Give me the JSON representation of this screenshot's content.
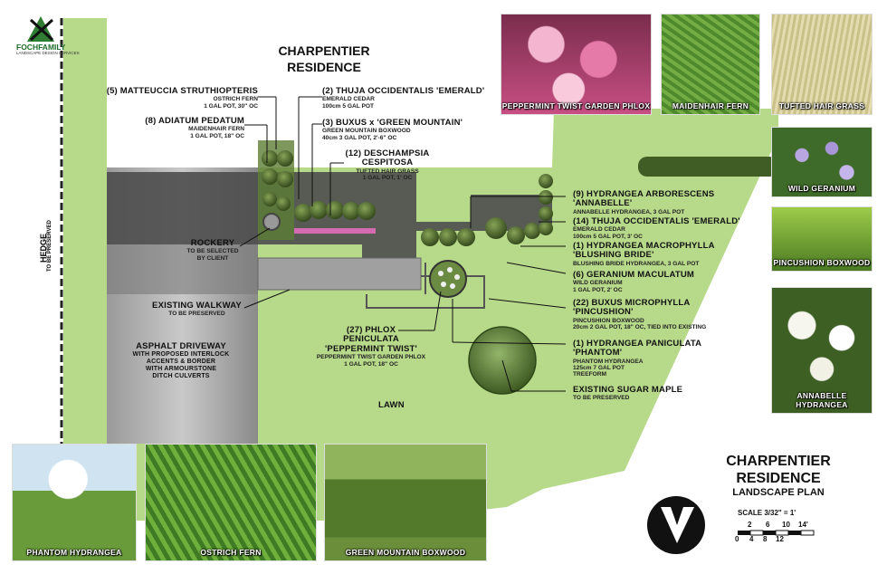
{
  "brand": {
    "name": "FOCHFAMILY",
    "tagline": "LANDSCAPE DESIGN SERVICES"
  },
  "plan_title": {
    "line1": "CHARPENTIER",
    "line2": "RESIDENCE"
  },
  "title_block": {
    "line1": "CHARPENTIER",
    "line2": "RESIDENCE",
    "line3": "LANDSCAPE PLAN",
    "scale": "SCALE 3/32\" = 1'",
    "scale_top": [
      "2",
      "6",
      "10",
      "14'"
    ],
    "scale_bottom": [
      "0",
      "4",
      "8",
      "12"
    ]
  },
  "hedge": {
    "title": "HEDGE",
    "sub": "TO BE PRESERVED"
  },
  "labels": {
    "matteuccia": {
      "title": "(5) MATTEUCCIA STRUTHIOPTERIS",
      "l1": "OSTRICH FERN",
      "l2": "1 GAL POT, 30\" OC"
    },
    "adiatum": {
      "title": "(8) ADIATUM PEDATUM",
      "l1": "MAIDENHAIR FERN",
      "l2": "1 GAL POT, 18\" OC"
    },
    "rockery": {
      "title": "ROCKERY",
      "l1": "TO BE SELECTED",
      "l2": "BY CLIENT"
    },
    "walkway": {
      "title": "EXISTING WALKWAY",
      "l1": "TO BE PRESERVED"
    },
    "driveway": {
      "l1": "ASPHALT DRIVEWAY",
      "l2": "WITH PROPOSED INTERLOCK",
      "l3": "ACCENTS & BORDER",
      "l4": "WITH ARMOURSTONE",
      "l5": "DITCH CULVERTS"
    },
    "thuja2": {
      "title": "(2) THUJA OCCIDENTALIS 'EMERALD'",
      "l1": "EMERALD CEDAR",
      "l2": "100cm 5 GAL POT"
    },
    "buxus3": {
      "title": "(3) BUXUS x 'GREEN MOUNTAIN'",
      "l1": "GREEN MOUNTAIN BOXWOOD",
      "l2": "40cm 3 GAL POT, 2'-6\" OC"
    },
    "deschampsia": {
      "title1": "(12) DESCHAMPSIA",
      "title2": "CESPITOSA",
      "l1": "TUFTED HAIR GRASS",
      "l2": "1 GAL POT, 1' OC"
    },
    "hydrangea9": {
      "title1": "(9) HYDRANGEA ARBORESCENS",
      "title2": "'ANNABELLE'",
      "l1": "ANNABELLE HYDRANGEA, 3 GAL POT"
    },
    "thuja14": {
      "title": "(14) THUJA OCCIDENTALIS 'EMERALD'",
      "l1": "EMERALD CEDAR",
      "l2": "100cm 5 GAL POT, 3' OC"
    },
    "hydrangea1": {
      "title1": "(1) HYDRANGEA MACROPHYLLA",
      "title2": "'BLUSHING BRIDE'",
      "l1": "BLUSHING BRIDE HYDRANGEA, 3 GAL POT"
    },
    "geranium": {
      "title": "(6) GERANIUM MACULATUM",
      "l1": "WILD GERANIUM",
      "l2": "1 GAL POT, 2' OC"
    },
    "buxus22": {
      "title1": "(22) BUXUS MICROPHYLLA",
      "title2": "'PINCUSHION'",
      "l1": "PINCUSHION BOXWOOD",
      "l2": "20cm 2 GAL POT, 18\" OC, TIED INTO EXISTING"
    },
    "paniculata": {
      "title1": "(1) HYDRANGEA PANICULATA",
      "title2": "'PHANTOM'",
      "l1": "PHANTOM HYDRANGEA",
      "l2": "125cm 7 GAL POT",
      "l3": "TREEFORM"
    },
    "phlox": {
      "title1": "(27) PHLOX",
      "title2": "PENICULATA",
      "title3": "'PEPPERMINT TWIST'",
      "l1": "PEPPERMINT TWIST GARDEN PHLOX",
      "l2": "1 GAL POT, 18\" OC"
    },
    "maple": {
      "title": "EXISTING SUGAR MAPLE",
      "l1": "TO BE PRESERVED"
    },
    "lawn": {
      "title": "LAWN"
    }
  },
  "photos": {
    "phlox": "PEPPERMINT TWIST GARDEN PHLOX",
    "maidenhair": "MAIDENHAIR FERN",
    "tufted": "TUFTED HAIR GRASS",
    "geranium": "WILD GERANIUM",
    "pincushion": "PINCUSHION BOXWOOD",
    "annabelle": "ANNABELLE HYDRANGEA",
    "phantom": "PHANTOM HYDRANGEA",
    "ostrich": "OSTRICH FERN",
    "greenmountain": "GREEN MOUNTAIN BOXWOOD"
  },
  "colors": {
    "lawn": "#b7d98a",
    "shrub": "#4f6b2e",
    "driveway": "#8d8d8d",
    "house": "#4a4a4a"
  }
}
